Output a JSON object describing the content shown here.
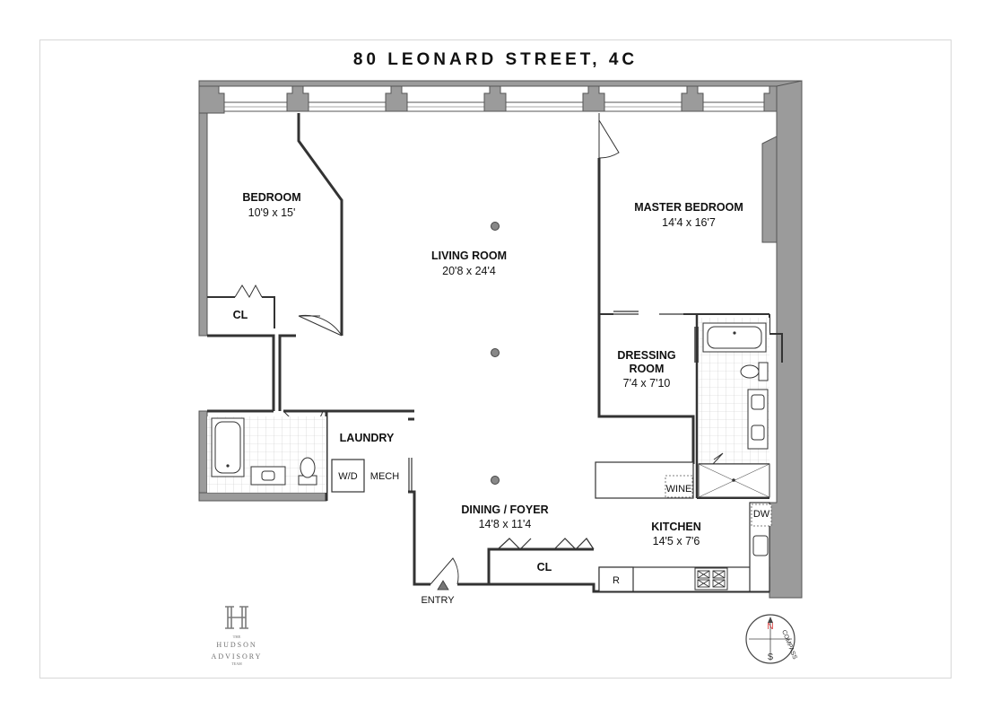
{
  "title": "80 LEONARD STREET, 4C",
  "rooms": {
    "bedroom": {
      "name": "BEDROOM",
      "dims": "10'9 x 15'"
    },
    "living": {
      "name": "LIVING ROOM",
      "dims": "20'8 x 24'4"
    },
    "master": {
      "name": "MASTER BEDROOM",
      "dims": "14'4 x 16'7"
    },
    "dressing": {
      "name_line1": "DRESSING",
      "name_line2": "ROOM",
      "dims": "7'4 x 7'10"
    },
    "laundry": {
      "name": "LAUNDRY"
    },
    "dining": {
      "name": "DINING / FOYER",
      "dims": "14'8 x 11'4"
    },
    "kitchen": {
      "name": "KITCHEN",
      "dims": "14'5 x 7'6"
    }
  },
  "labels": {
    "cl_bedroom": "CL",
    "cl_foyer": "CL",
    "wd": "W/D",
    "mech": "MECH",
    "wine": "WINE",
    "dw": "DW",
    "fridge": "R",
    "entry": "ENTRY"
  },
  "compass": {
    "n": "N",
    "s": "S",
    "label": "COMPASS"
  },
  "brand": {
    "the": "THE",
    "line1": "HUDSON",
    "line2": "ADVISORY",
    "team": "TEAM"
  },
  "colors": {
    "wall": "#9b9b9b",
    "wall_outline": "#555555",
    "line": "#333333",
    "accent_red": "#d63a3a"
  }
}
